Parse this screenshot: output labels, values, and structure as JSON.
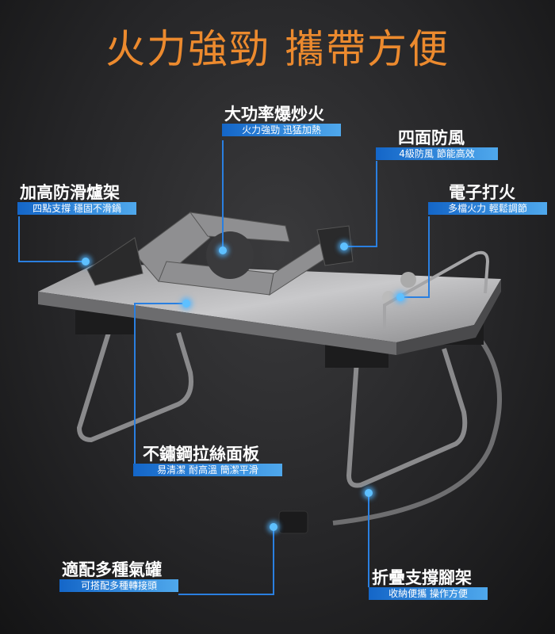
{
  "headline": "火力強勁 攜帶方便",
  "callouts": [
    {
      "title": "大功率爆炒火",
      "subtitle": "火力強勁 迅猛加熱"
    },
    {
      "title": "四面防風",
      "subtitle": "4級防風 節能高效"
    },
    {
      "title": "加高防滑爐架",
      "subtitle": "四點支撐 穩固不滑鍋"
    },
    {
      "title": "電子打火",
      "subtitle": "多檔火力 輕鬆調節"
    },
    {
      "title": "不鏽鋼拉絲面板",
      "subtitle": "易清潔 耐高溫 簡潔平滑"
    },
    {
      "title": "適配多種氣罐",
      "subtitle": "可搭配多種轉接頭"
    },
    {
      "title": "折疊支撐腳架",
      "subtitle": "收納便攜 操作方便"
    }
  ],
  "colors": {
    "headline": "#ec8a2e",
    "accent": "#1466c8",
    "dot": "#5ec0ff"
  }
}
